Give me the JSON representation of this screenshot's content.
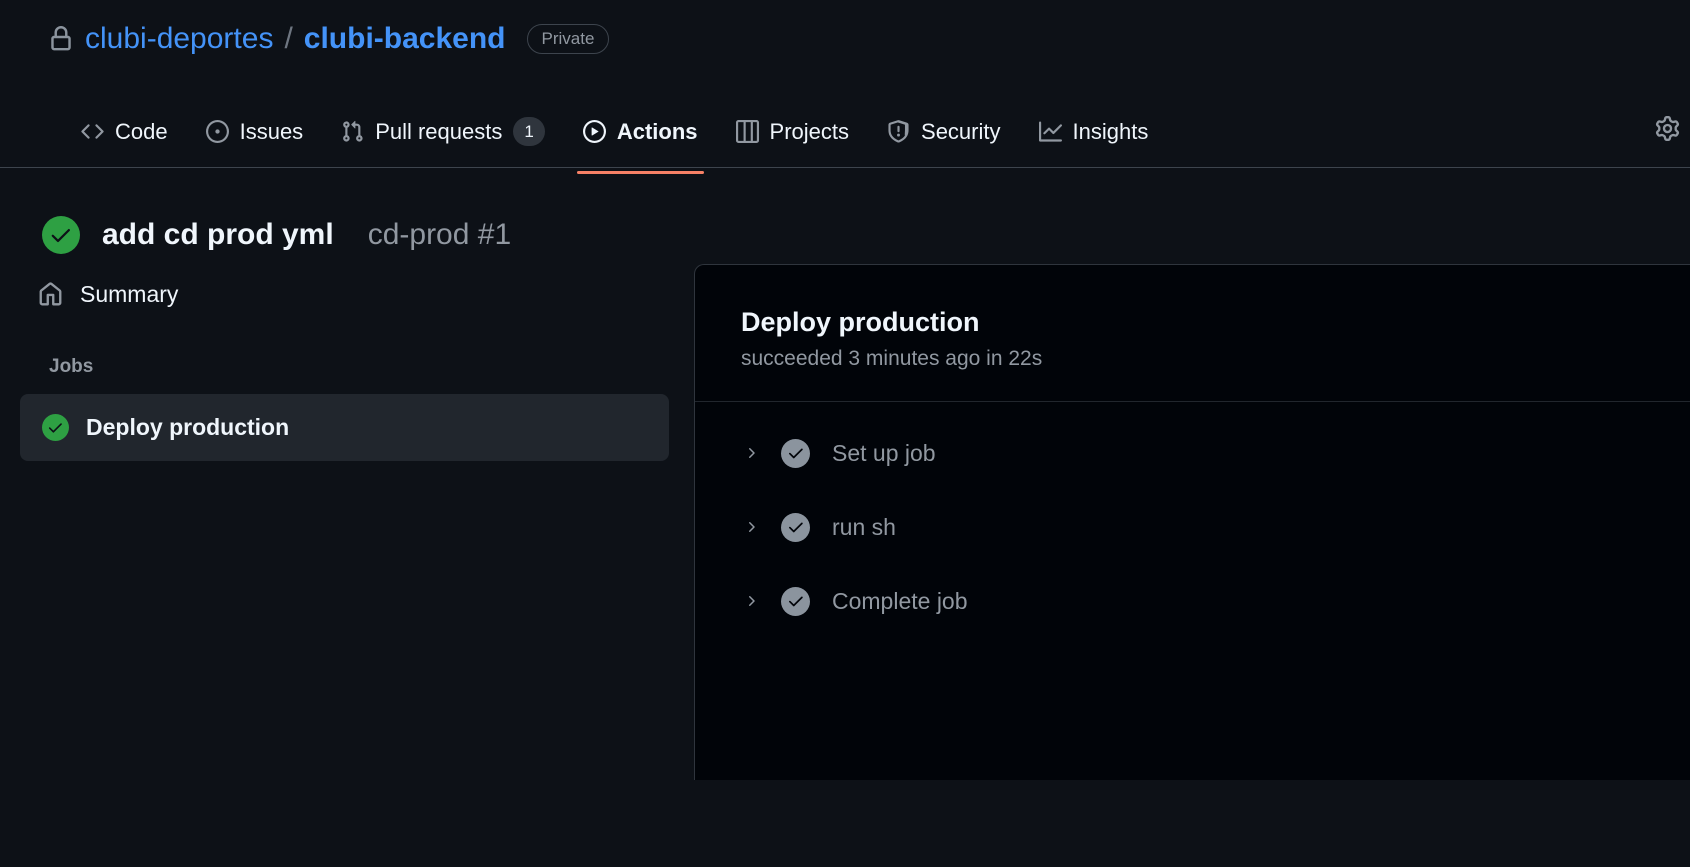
{
  "repo": {
    "owner": "clubi-deportes",
    "separator": "/",
    "name": "clubi-backend",
    "visibility": "Private",
    "lock_icon": "lock-icon"
  },
  "nav": {
    "items": [
      {
        "label": "Code",
        "icon": "code-icon",
        "counter": null,
        "active": false
      },
      {
        "label": "Issues",
        "icon": "issue-opened-icon",
        "counter": null,
        "active": false
      },
      {
        "label": "Pull requests",
        "icon": "git-pull-request-icon",
        "counter": "1",
        "active": false
      },
      {
        "label": "Actions",
        "icon": "play-icon",
        "counter": null,
        "active": true
      },
      {
        "label": "Projects",
        "icon": "table-icon",
        "counter": null,
        "active": false
      },
      {
        "label": "Security",
        "icon": "shield-icon",
        "counter": null,
        "active": false
      },
      {
        "label": "Insights",
        "icon": "graph-icon",
        "counter": null,
        "active": false
      }
    ],
    "settings_icon": "gear-icon"
  },
  "run": {
    "status_icon": "check-circle-fill-icon",
    "title": "add cd prod yml",
    "subtitle": "cd-prod #1"
  },
  "sidebar": {
    "summary": {
      "label": "Summary",
      "icon": "home-icon"
    },
    "jobs_heading": "Jobs",
    "jobs": [
      {
        "label": "Deploy production",
        "status_icon": "check-circle-fill-icon",
        "selected": true
      }
    ]
  },
  "panel": {
    "title": "Deploy production",
    "status": "succeeded 3 minutes ago in 22s",
    "steps": [
      {
        "label": "Set up job",
        "chevron": "chevron-right-icon",
        "status_icon": "check-circle-fill-icon"
      },
      {
        "label": "run sh",
        "chevron": "chevron-right-icon",
        "status_icon": "check-circle-fill-icon"
      },
      {
        "label": "Complete job",
        "chevron": "chevron-right-icon",
        "status_icon": "check-circle-fill-icon"
      }
    ]
  },
  "colors": {
    "page_bg": "#0d1117",
    "panel_bg": "#010409",
    "accent_link": "#4493f8",
    "active_underline": "#f78166",
    "success_green": "#2ea043",
    "muted_text": "#9198a1",
    "selected_row": "#21262d"
  }
}
